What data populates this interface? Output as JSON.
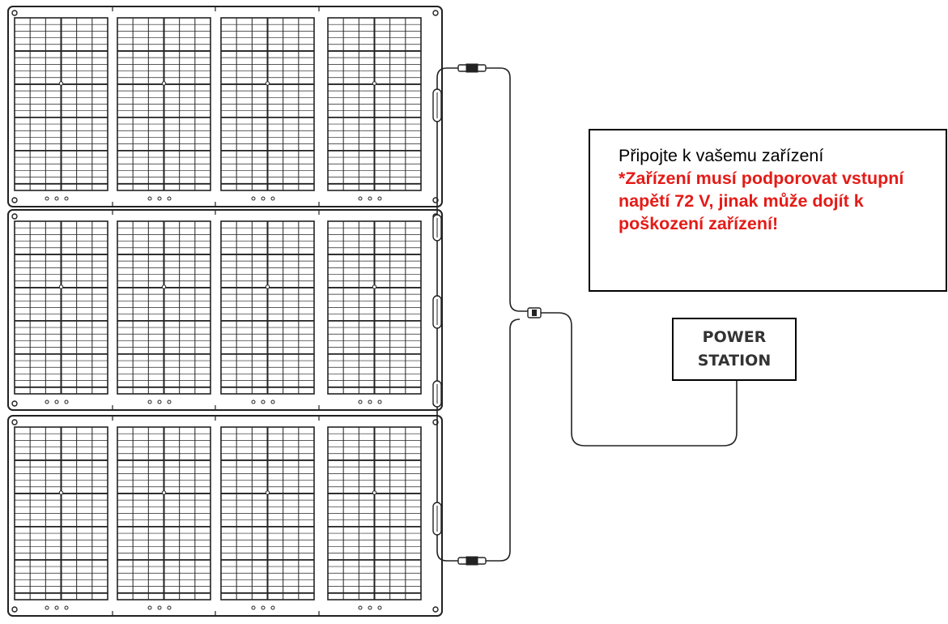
{
  "note": {
    "line1": "Připojte k vašemu zařízení",
    "warning": "*Zařízení musí podporovat vstupní napětí 72 V, jinak může dojít k poškození zařízení!"
  },
  "power_station": {
    "label": "POWER\nSTATION"
  },
  "colors": {
    "warning_text": "#e41b17",
    "lines": "#222222"
  },
  "icons": [
    "solar-panel-icon",
    "mc4-connector-icon",
    "branch-connector-icon"
  ]
}
